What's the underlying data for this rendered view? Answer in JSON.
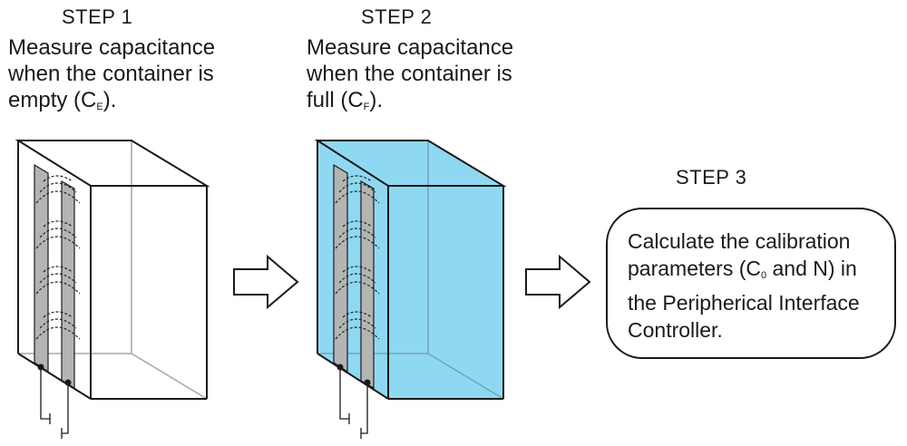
{
  "step1": {
    "title": "STEP 1",
    "line1": "Measure capacitance",
    "line2": "when the container is",
    "line3_pre": "empty (C",
    "line3_sub": "E",
    "line3_post": ")."
  },
  "step2": {
    "title": "STEP 2",
    "line1": "Measure capacitance",
    "line2": "when the container is",
    "line3_pre": "full (C",
    "line3_sub": "F",
    "line3_post": ")."
  },
  "step3": {
    "title": "STEP 3",
    "line1": "Calculate the calibration",
    "line2_pre": "parameters (C",
    "line2_sub": "0",
    "line2_post": " and N) in",
    "line3": "the Peripherical Interface",
    "line4": "Controller."
  },
  "colors": {
    "liquid": "#8fd8f2",
    "sensor_strip": "#b4b4b4",
    "hidden_edge": "#a8a8a8",
    "outline": "#1a1a1a"
  }
}
